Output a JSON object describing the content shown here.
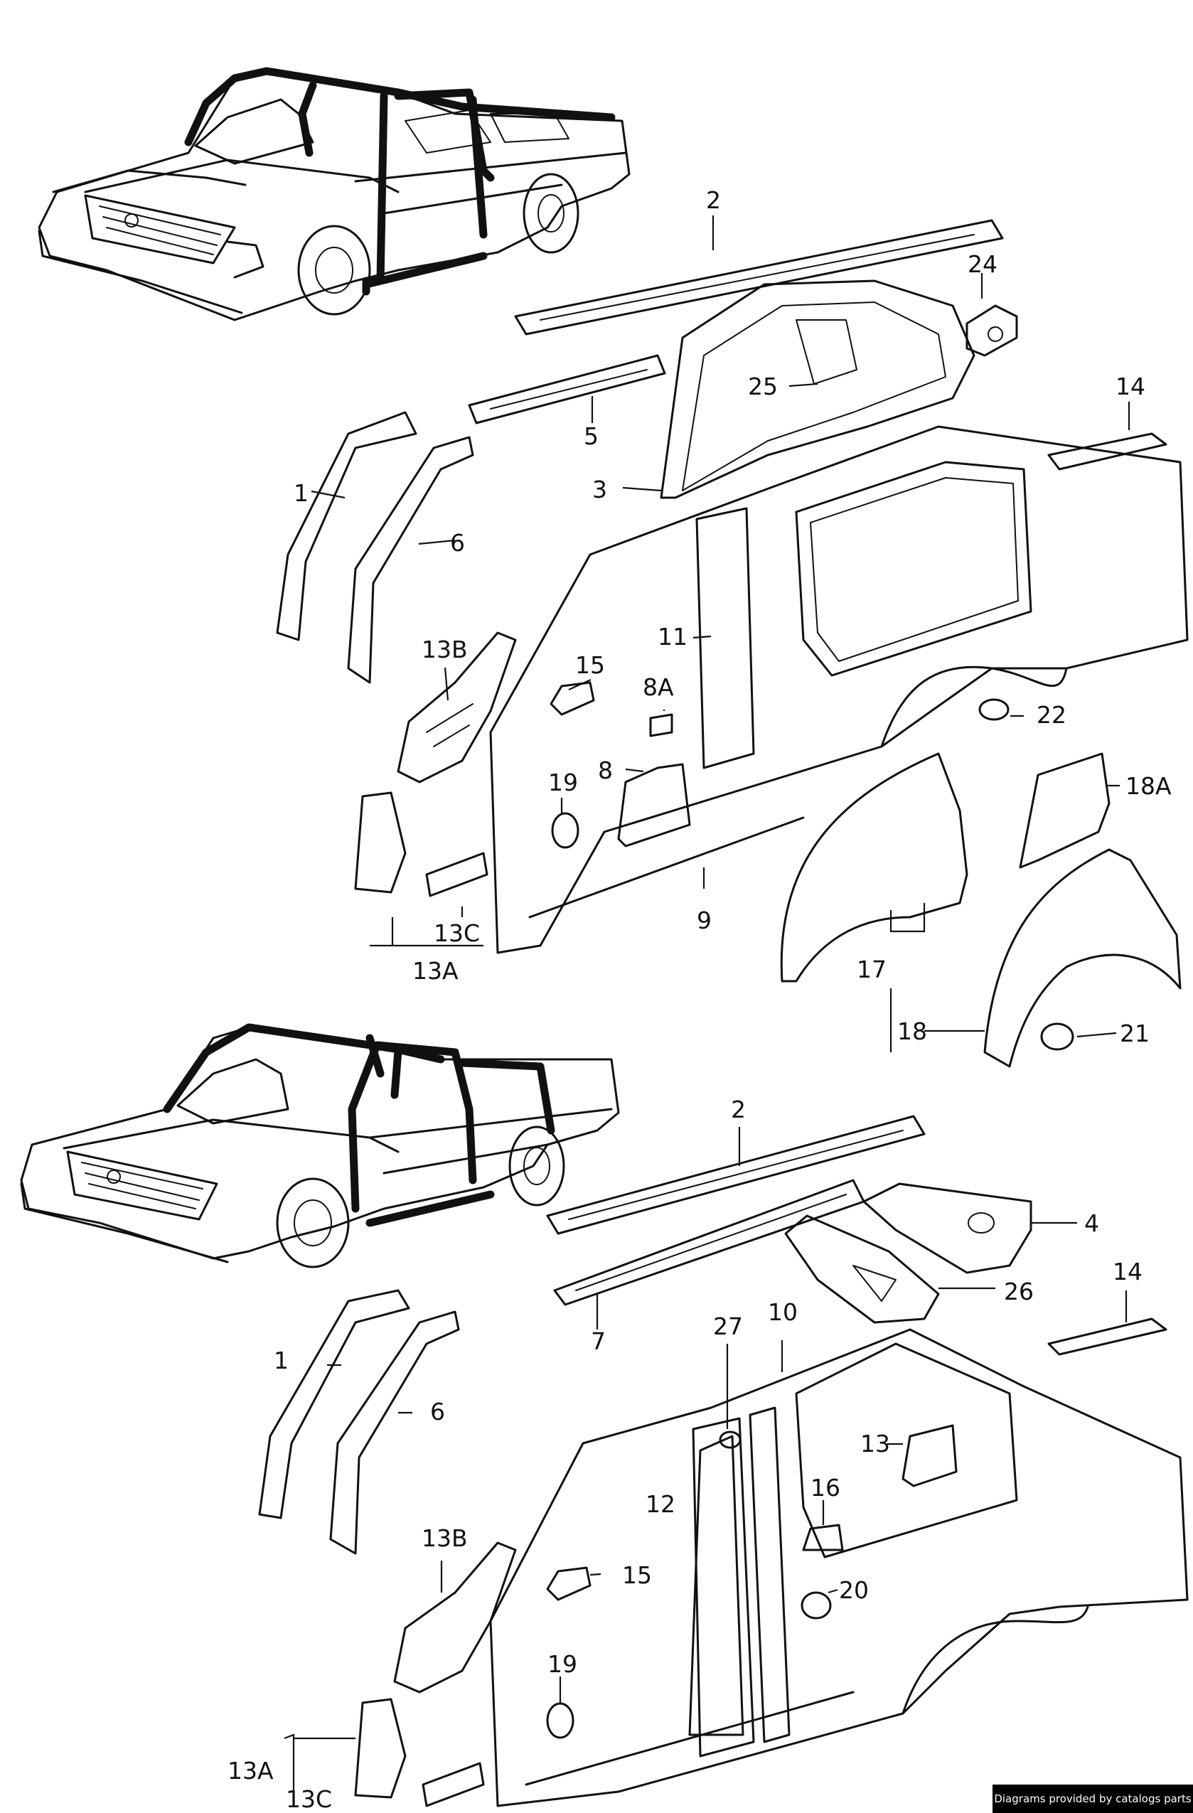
{
  "footer": {
    "credit": "Diagrams provided by catalogs parts"
  },
  "callouts_upper": {
    "p2": "2",
    "p24": "24",
    "p25": "25",
    "p14": "14",
    "p5": "5",
    "p3": "3",
    "p1": "1",
    "p6": "6",
    "p13B": "13B",
    "p11": "11",
    "p15": "15",
    "p8A": "8A",
    "p8": "8",
    "p19": "19",
    "p22": "22",
    "p18A": "18A",
    "p13C": "13C",
    "p13A": "13A",
    "p9": "9",
    "p17": "17",
    "p18": "18",
    "p21": "21"
  },
  "callouts_lower": {
    "p2": "2",
    "p4": "4",
    "p26": "26",
    "p7": "7",
    "p14": "14",
    "p10": "10",
    "p27": "27",
    "p1": "1",
    "p6": "6",
    "p13": "13",
    "p16": "16",
    "p12": "12",
    "p13B": "13B",
    "p15": "15",
    "p20": "20",
    "p19": "19",
    "p13A": "13A",
    "p13C": "13C"
  }
}
